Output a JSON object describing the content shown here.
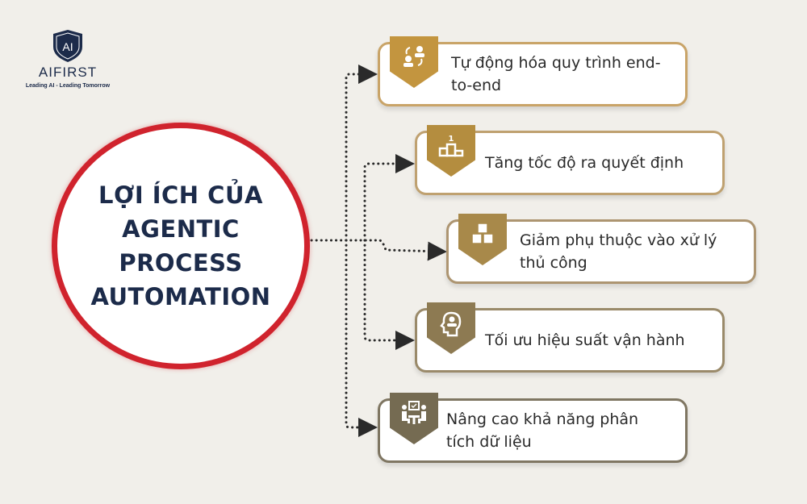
{
  "logo": {
    "mark": "AI",
    "name": "AIFIRST",
    "tagline": "Leading AI - Leading Tomorrow"
  },
  "center": {
    "title": "LỢI ÍCH CỦA AGENTIC PROCESS AUTOMATION",
    "border_color": "#d0232d",
    "text_color": "#1c2b4a"
  },
  "benefits": [
    {
      "label": "Tự động hóa quy trình end-to-end",
      "icon": "people-exchange-icon",
      "color": "#c3953f"
    },
    {
      "label": "Tăng tốc độ ra quyết định",
      "icon": "podium-icon",
      "color": "#b48d3f"
    },
    {
      "label": "Giảm phụ thuộc vào xử lý thủ công",
      "icon": "cubes-icon",
      "color": "#a8894a"
    },
    {
      "label": "Tối ưu hiệu suất vận hành",
      "icon": "head-person-icon",
      "color": "#8d7a52"
    },
    {
      "label": "Nâng cao khả năng phân tích dữ liệu",
      "icon": "meeting-icon",
      "color": "#756b52"
    }
  ]
}
